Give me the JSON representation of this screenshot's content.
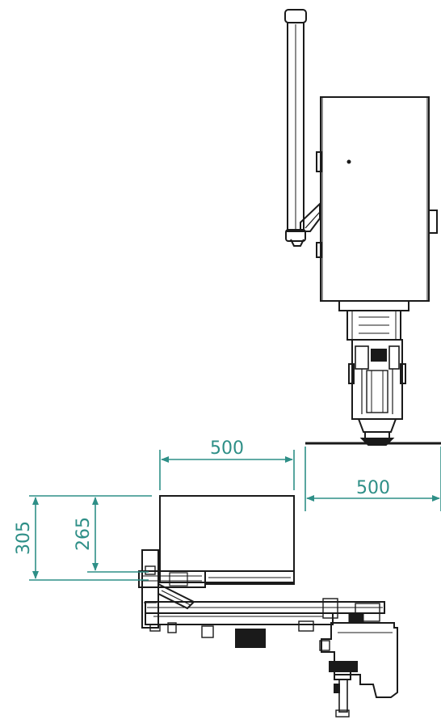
{
  "drawing": {
    "dimensions": {
      "top_width": "500",
      "right_width": "500",
      "height_outer": "305",
      "height_inner": "265"
    },
    "colors": {
      "line": "#1a1a1a",
      "dimension": "#2e8f87",
      "background": "#ffffff"
    }
  }
}
